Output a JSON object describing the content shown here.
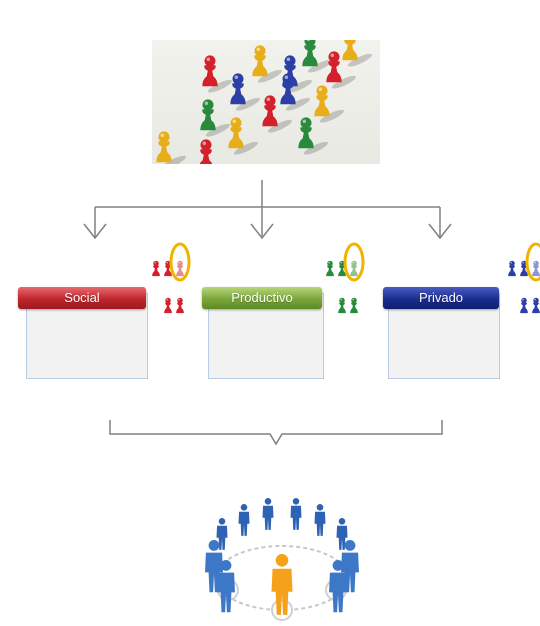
{
  "categories": [
    {
      "label": "Social",
      "color": "#c0262c"
    },
    {
      "label": "Productivo",
      "color": "#7aa63a"
    },
    {
      "label": "Privado",
      "color": "#1a2d8f"
    }
  ],
  "colors": {
    "pawn_red": "#d4202a",
    "pawn_yellow": "#e8ae1a",
    "pawn_blue": "#2b3fa6",
    "pawn_green": "#2a8a3c",
    "highlight_ring": "#f0b400",
    "connector": "#808080",
    "center_person": "#f5a11a",
    "outer_people": "#3d78c8"
  },
  "icons": [
    "pawn-icon",
    "person-icon",
    "arrow-down-icon",
    "brace-icon"
  ]
}
